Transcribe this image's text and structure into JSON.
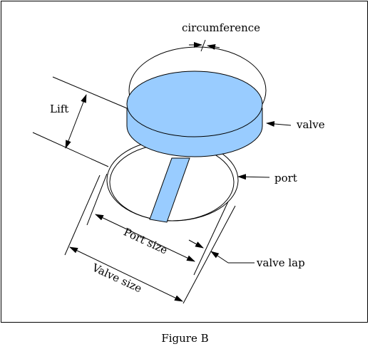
{
  "diagram": {
    "labels": {
      "circumference": "circumference",
      "lift": "Lift",
      "valve": "valve",
      "port": "port",
      "port_size": "Port size",
      "valve_lap": "valve lap",
      "valve_size": "Valve size"
    },
    "caption": "Figure B",
    "colors": {
      "valve_fill": "#99ccff",
      "stem_fill": "#99ccff",
      "stroke": "#000000",
      "background": "#ffffff"
    }
  }
}
